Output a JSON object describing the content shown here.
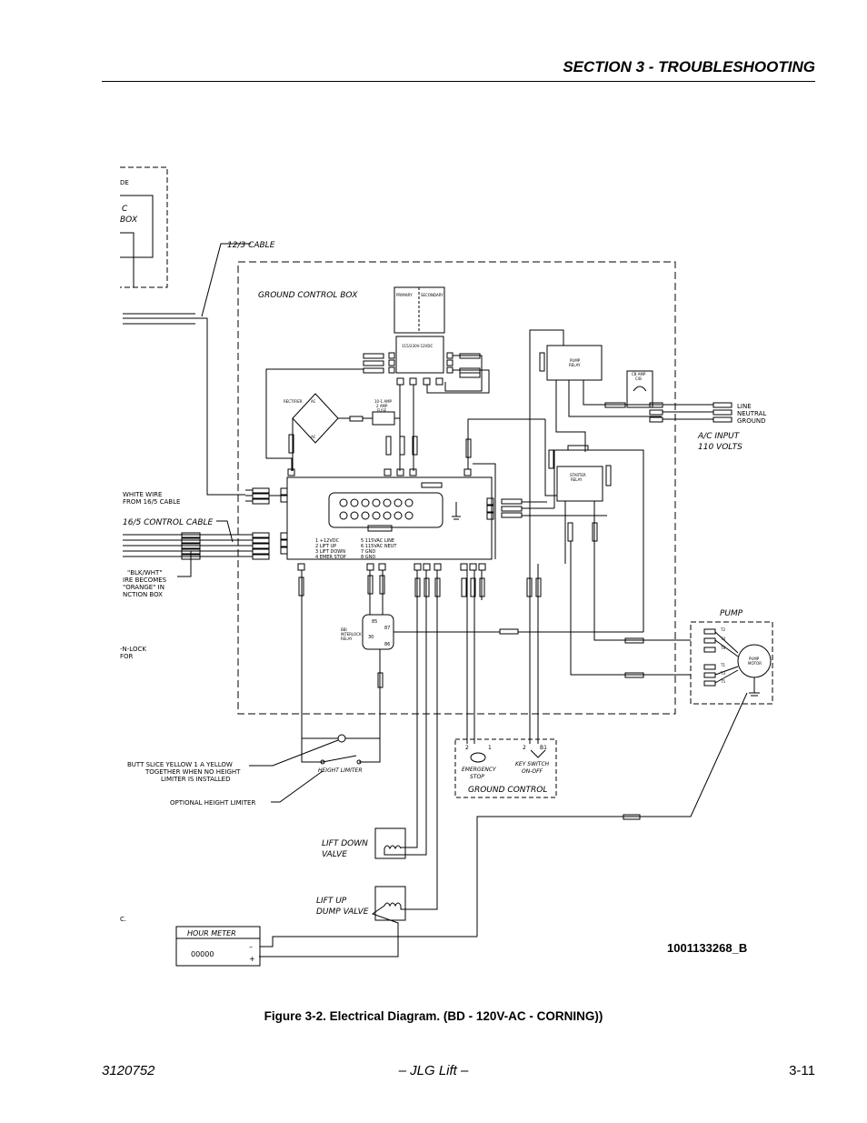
{
  "header": {
    "section_title": "SECTION 3 - TROUBLESHOOTING"
  },
  "diagram": {
    "labels": {
      "cable_12_3": "12/3 CABLE",
      "ground_control_box": "GROUND CONTROL BOX",
      "white_wire_1": "WHITE WIRE",
      "white_wire_2": "FROM 16/5 CABLE",
      "control_cable": "16/5 CONTROL CABLE",
      "blk_wht_1": "\"BLK/WHT\"",
      "blk_wht_2": "IRE BECOMES",
      "blk_wht_3": "\"ORANGE\" IN",
      "blk_wht_4": "NCTION BOX",
      "interlock_1": "-N-LOCK",
      "interlock_2": "FOR",
      "left_de": "DE",
      "left_c": "C",
      "left_box": "BOX",
      "left_c2": "C.",
      "line": "LINE",
      "neutral": "NEUTRAL",
      "ground": "GROUND",
      "ac_input_1": "A/C INPUT",
      "ac_input_2": "110 VOLTS",
      "pump": "PUMP",
      "butt_splice_1": "BUTT SLICE YELLOW 1 A YELLOW",
      "butt_splice_2": "TOGETHER WHEN NO HEIGHT",
      "butt_splice_3": "LIMITER IS INSTALLED",
      "height_limiter": "HEIGHT LIMITER",
      "optional_height_limiter": "OPTIONAL HEIGHT LIMITER",
      "emergency_stop_1": "EMERGENCY",
      "emergency_stop_2": "STOP",
      "key_switch_1": "KEY SWITCH",
      "key_switch_2": "ON-OFF",
      "ground_control": "GROUND CONTROL",
      "lift_down_1": "LIFT DOWN",
      "lift_down_2": "VALVE",
      "lift_up_1": "LIFT UP",
      "lift_up_2": "DUMP VALVE",
      "hour_meter": "HOUR METER",
      "hour_meter_digits": "00000",
      "minus": "–",
      "plus": "+",
      "rectifier": "RECTIFIER",
      "transformer": "115/230V-12VDC",
      "primary": "PRIMARY",
      "secondary": "SECONDARY",
      "pump_relay_1": "PUMP",
      "pump_relay_2": "RELAY",
      "starter_relay_1": "STARTER",
      "starter_relay_2": "RELAY",
      "cb_1": "CB AMP",
      "cb_2": "C/B",
      "fuse_1": "10-1 AMP",
      "fuse_2": "2 AMP",
      "fuse_3": "FUSE",
      "pump_motor_1": "PUMP",
      "pump_motor_2": "MOTOR",
      "bbi_1": "BBI",
      "bbi_2": "INTERLOCK",
      "bbi_3": "RELAY",
      "legend_1": "1  +12VDC",
      "legend_2": "2  LIFT UP",
      "legend_3": "3  LIFT DOWN",
      "legend_4": "4  EMER STOP",
      "legend_5": "5  115VAC LINE",
      "legend_6": "6  115VAC NEUT",
      "legend_7": "7  GND",
      "legend_8": "8  GND",
      "term_2_1": "2",
      "term_1_1": "1",
      "term_2_2": "2",
      "term_b1": "B1",
      "ac_1": "AC",
      "ac_2": "AC",
      "relay_85": "85",
      "relay_30": "30",
      "relay_87": "87",
      "relay_86": "86",
      "t1": "T1",
      "t2": "T2",
      "t3": "T3",
      "t4": "T4",
      "t5": "T5",
      "t8": "T8"
    },
    "reference_number": "1001133268_B"
  },
  "caption": "Figure 3-2. Electrical Diagram. (BD - 120V-AC - CORNING))",
  "footer": {
    "doc_number": "3120752",
    "publisher": "– JLG Lift –",
    "page_number": "3-11"
  }
}
